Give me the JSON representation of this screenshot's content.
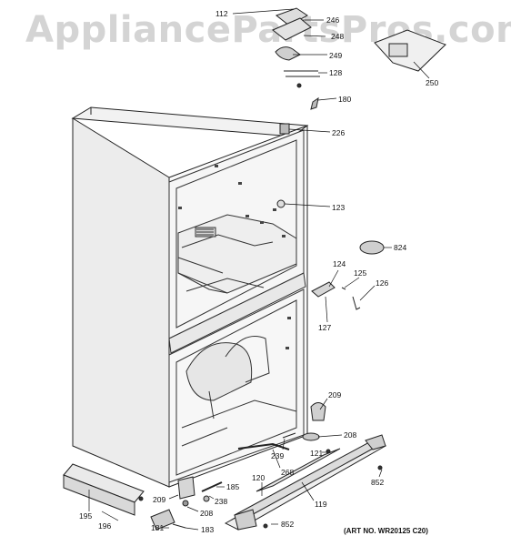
{
  "watermark": "AppliancePartsPros.com",
  "art_number": "(ART NO. WR20125 C20)",
  "parts": {
    "p112": "112",
    "p246": "246",
    "p248": "248",
    "p249": "249",
    "p128": "128",
    "p250": "250",
    "p180": "180",
    "p226": "226",
    "p123": "123",
    "p824": "824",
    "p124": "124",
    "p125": "125",
    "p126": "126",
    "p127": "127",
    "p209a": "209",
    "p208a": "208",
    "p239": "239",
    "p121": "121",
    "p268": "268",
    "p852a": "852",
    "p120": "120",
    "p185": "185",
    "p238": "238",
    "p208b": "208",
    "p209b": "209",
    "p119": "119",
    "p195": "195",
    "p196": "196",
    "p181": "181",
    "p183": "183",
    "p852b": "852"
  }
}
